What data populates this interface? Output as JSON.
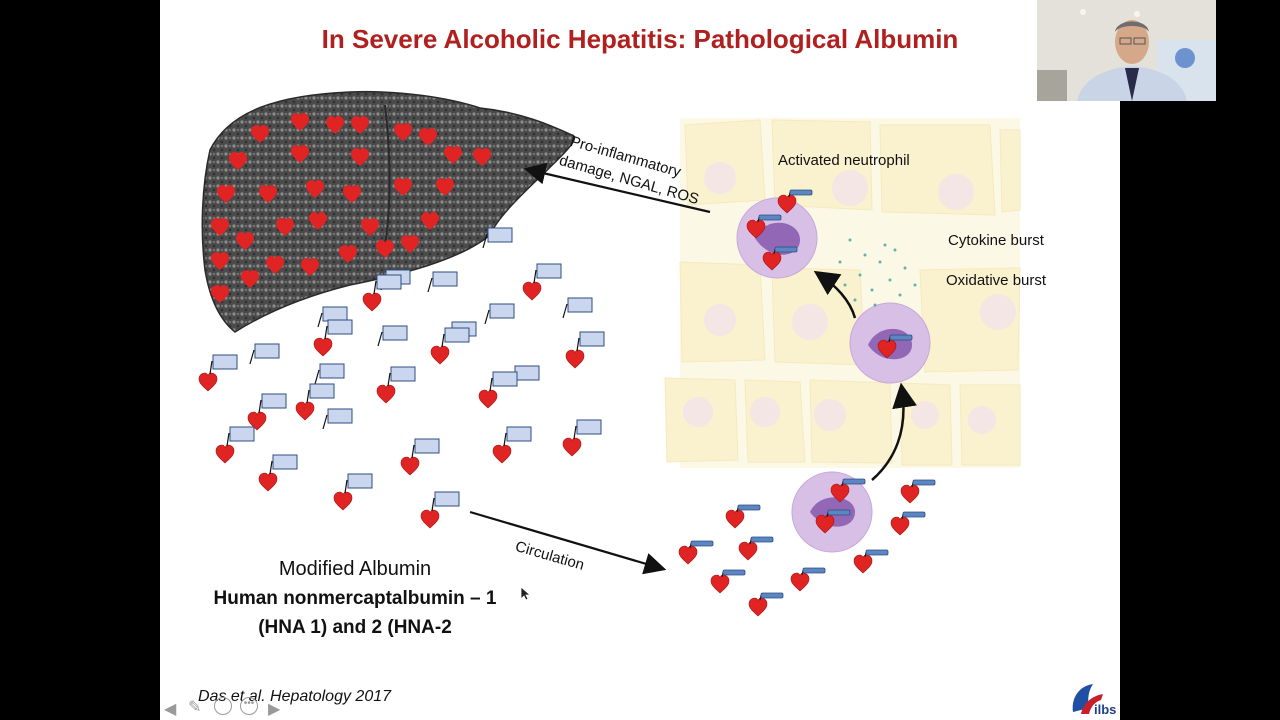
{
  "slide": {
    "title": "In Severe Alcoholic Hepatitis: Pathological Albumin",
    "labels": {
      "pro_inflammatory_1": "Pro-inflammatory",
      "pro_inflammatory_2": "damage, NGAL, ROS",
      "activated_neutrophil": "Activated neutrophil",
      "cytokine_burst": "Cytokine burst",
      "oxidative_burst": "Oxidative burst",
      "circulation": "Circulation"
    },
    "modified_albumin": {
      "line1": "Modified Albumin",
      "line2": "Human nonmercaptalbumin – 1",
      "line3": "(HNA 1) and 2 (HNA-2"
    },
    "citation": "Das et al. Hepatology 2017",
    "logo_text": "ilbs"
  },
  "colors": {
    "title": "#b0201e",
    "heart": "#e02424",
    "tag_fill": "#c9d6ee",
    "tag_stroke": "#2f4d80",
    "liver": "#555555",
    "tissue": "#f9eebf",
    "neutrophil": "#d8bfe6"
  },
  "presenter_controls": [
    "prev-arrow-icon",
    "pen-icon",
    "zoom-icon",
    "more-icon",
    "next-arrow-icon"
  ]
}
